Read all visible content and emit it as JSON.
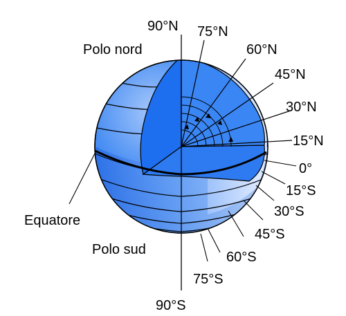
{
  "labels": {
    "north_pole": "Polo nord",
    "south_pole": "Polo sud",
    "equator": "Equatore",
    "lat_90n": "90°N",
    "lat_75n": "75°N",
    "lat_60n": "60°N",
    "lat_45n": "45°N",
    "lat_30n": "30°N",
    "lat_15n": "15°N",
    "lat_0": "0°",
    "lat_15s": "15°S",
    "lat_30s": "30°S",
    "lat_45s": "45°S",
    "lat_60s": "60°S",
    "lat_75s": "75°S",
    "lat_90s": "90°S"
  },
  "colors": {
    "globe_blue": "#3f86f2",
    "cut_face_blue": "#1e6ff0",
    "cut_face_light": "#cfe0fb",
    "line": "#000000"
  }
}
